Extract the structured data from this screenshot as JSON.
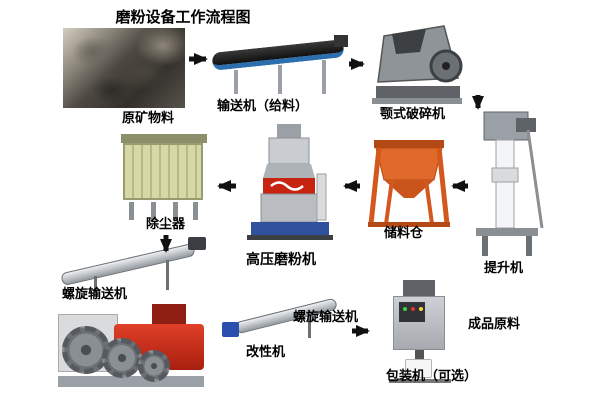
{
  "title": "磨粉设备工作流程图",
  "labels": {
    "raw_material": "原矿物料",
    "feeder": "输送机（给料）",
    "jaw_crusher": "颚式破碎机",
    "elevator": "提升机",
    "silo": "储料仓",
    "mill": "高压磨粉机",
    "dust_collector": "除尘器",
    "screw_conveyor_left": "螺旋输送机",
    "modifier": "改性机",
    "screw_conveyor_bottom": "螺旋输送机",
    "packer": "包装机（可选）",
    "finished": "成品原料"
  },
  "flow": [
    {
      "from": "原矿物料",
      "to": "输送机（给料）"
    },
    {
      "from": "输送机（给料）",
      "to": "颚式破碎机"
    },
    {
      "from": "颚式破碎机",
      "to": "提升机"
    },
    {
      "from": "提升机",
      "to": "储料仓"
    },
    {
      "from": "储料仓",
      "to": "高压磨粉机"
    },
    {
      "from": "高压磨粉机",
      "to": "除尘器"
    },
    {
      "from": "除尘器",
      "to": "螺旋输送机"
    },
    {
      "from": "螺旋输送机",
      "to": "改性机"
    },
    {
      "from": "改性机",
      "to": "螺旋输送机"
    },
    {
      "from": "螺旋输送机",
      "to": "包装机（可选）"
    }
  ],
  "colors": {
    "arrow": "#111111",
    "silo_orange": "#d4581e",
    "mill_logo_red": "#c62310",
    "dust_green": "#c9cc96",
    "conveyor_blue": "#2b6fae",
    "machine_red": "#c62310",
    "motor_blue": "#2b4fae",
    "background": "#ffffff"
  }
}
